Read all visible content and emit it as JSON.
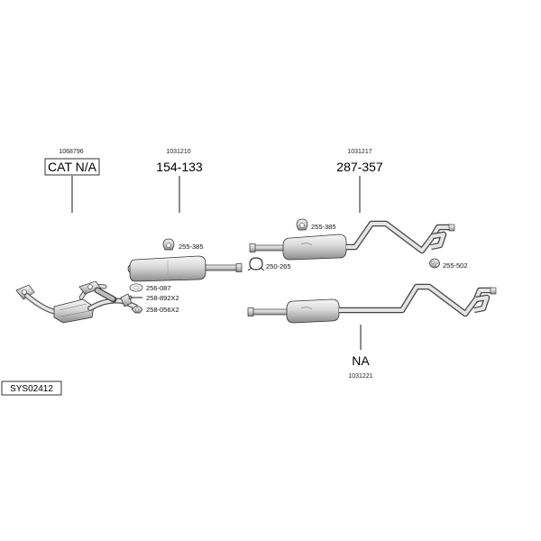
{
  "assemblies": [
    {
      "part_number": "1068796",
      "label": "CAT N/A"
    },
    {
      "part_number": "1031210",
      "label": "154-133"
    },
    {
      "part_number": "1031217",
      "label": "287-357"
    },
    {
      "part_number": "1031221",
      "label": "NA"
    }
  ],
  "fittings": [
    {
      "code": "255-385"
    },
    {
      "code": "256-087"
    },
    {
      "code": "258-892X2"
    },
    {
      "code": "258-056X2"
    },
    {
      "code": "255-385"
    },
    {
      "code": "250-265"
    },
    {
      "code": "255-502"
    }
  ],
  "system_ref": "SYS02412"
}
